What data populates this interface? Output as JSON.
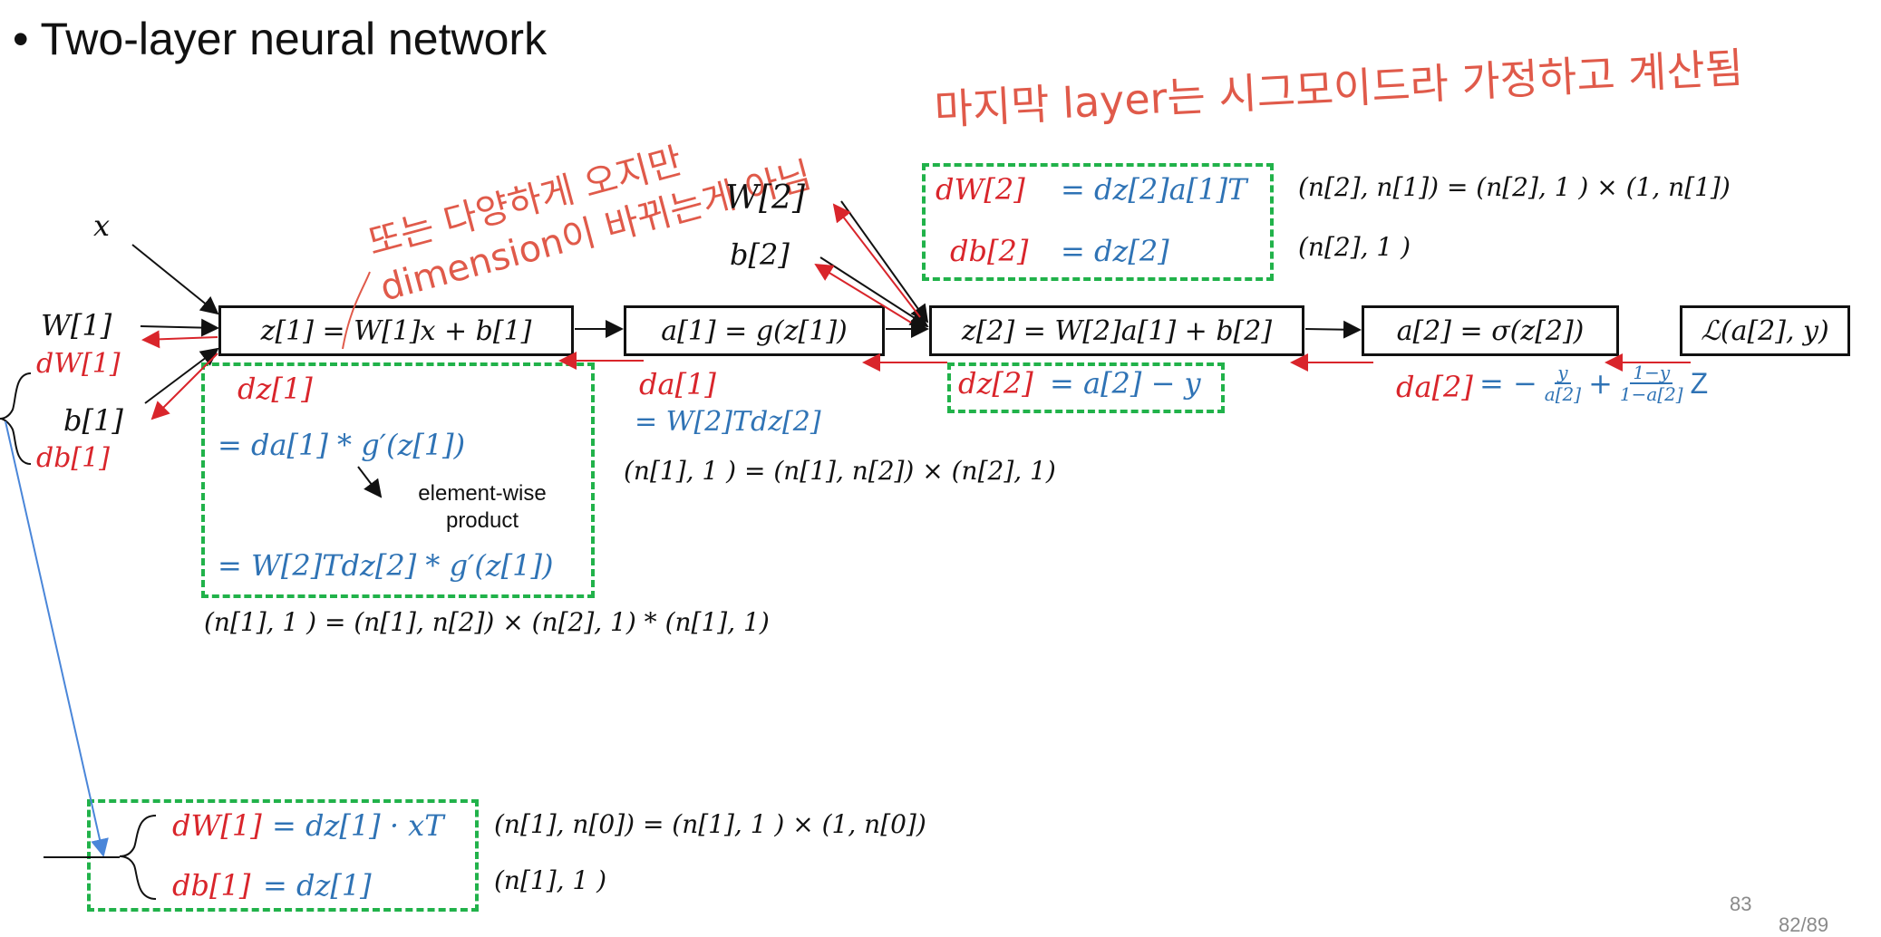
{
  "title": "• Two-layer neural network",
  "handwritten": {
    "top": "마지막 layer는 시그모이드라 가정하고 계산됨",
    "left": "또는 다양하게 오지만 dimension이 바뀌는게 아님"
  },
  "inputs": {
    "x": "x",
    "W1": "W[1]",
    "b1": "b[1]",
    "W2": "W[2]",
    "b2": "b[2]"
  },
  "boxes": {
    "z1": "z[1] = W[1]x + b[1]",
    "a1": "a[1] = g(z[1])",
    "z2": "z[2] = W[2]a[1] + b[2]",
    "a2": "a[2] = σ(z[2])",
    "loss": "ℒ(a[2], y)"
  },
  "layer2_grads": {
    "dW2_lhs": "dW[2]",
    "dW2_rhs": "= dz[2]a[1]T",
    "db2_lhs": "db[2]",
    "db2_rhs": "= dz[2]",
    "dW2_dim": "(n[2], n[1]) = (n[2], 1 ) × (1, n[1])",
    "db2_dim": "(n[2], 1 )"
  },
  "backward": {
    "dz2_lhs": "dz[2]",
    "dz2_rhs": "= a[2] − y",
    "da2_lhs": "da[2]",
    "da2_rhs": "= − y/a[2] + (1−y)/(1−a[2])",
    "da2_suffix": "Z",
    "da1_lhs": "da[1]",
    "da1_rhs": "= W[2]Tdz[2]",
    "da1_dim": "(n[1], 1 ) = (n[1], n[2]) × (n[2], 1)",
    "dW1_left": "dW[1]",
    "db1_left": "db[1]"
  },
  "dz1_box": {
    "label": "dz[1]",
    "line1": "= da[1] * g′(z[1])",
    "note": "element-wise product",
    "line2": "= W[2]Tdz[2] * g′(z[1])",
    "dim": "(n[1], 1 ) = (n[1], n[2]) × (n[2], 1) * (n[1], 1)"
  },
  "layer1_grads": {
    "dW1_lhs": "dW[1]",
    "dW1_rhs": "= dz[1] · xT",
    "db1_lhs": "db[1]",
    "db1_rhs": "= dz[1]",
    "dW1_dim": "(n[1], n[0]) = (n[1], 1 ) × (1, n[0])",
    "db1_dim": "(n[1], 1 )"
  },
  "page_number": "83",
  "page_counter_partial": "82/89",
  "colors": {
    "red": "#d9252b",
    "blue": "#2f73b5",
    "green_dash": "#21b24a",
    "handwriting": "#e05a4a",
    "guide_line": "#4a86d9"
  }
}
